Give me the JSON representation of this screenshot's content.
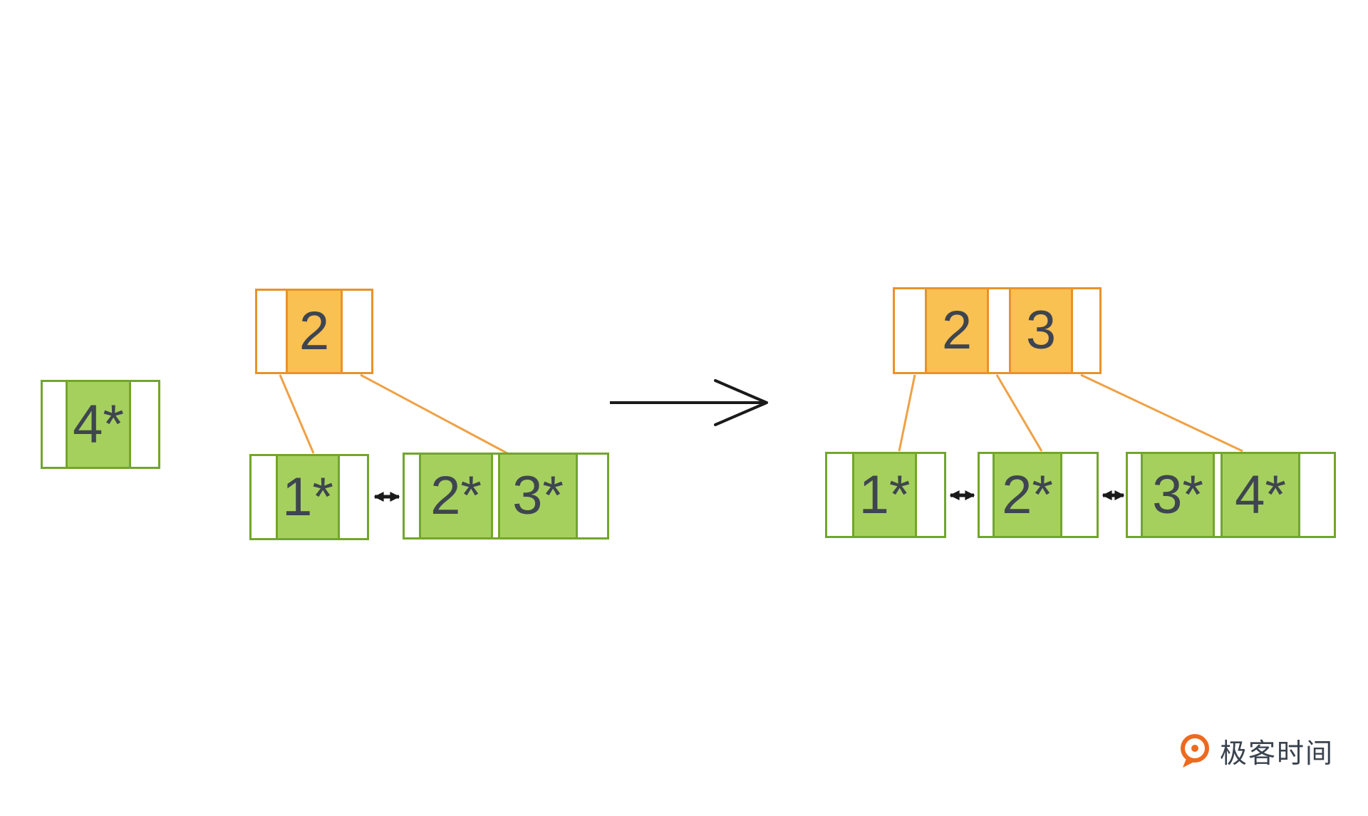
{
  "page": {
    "background": "#FFFFFF",
    "description": "B+ tree leaf split illustration: inserting record 4* causes node (2*,3*) page split, root gains key 3"
  },
  "colors": {
    "green_border": "#72A62B",
    "green_fill": "#A6D05E",
    "orange_border": "#E8922A",
    "orange_fill": "#F9C152",
    "connector_line": "#EFA145",
    "arrow_black": "#1A1A1A",
    "key_text": "#3E4550",
    "logo_orange": "#ED6A1F",
    "logo_text": "#39424E"
  },
  "standalone_record": {
    "label": "4*"
  },
  "before_tree": {
    "root": {
      "keys": [
        "2"
      ]
    },
    "leaf_left": {
      "keys": [
        "1*"
      ]
    },
    "leaf_right": {
      "keys": [
        "2*",
        "3*"
      ]
    }
  },
  "after_tree": {
    "root": {
      "keys": [
        "2",
        "3"
      ]
    },
    "leaf_1": {
      "keys": [
        "1*"
      ]
    },
    "leaf_2": {
      "keys": [
        "2*"
      ]
    },
    "leaf_3": {
      "keys": [
        "3*",
        "4*"
      ]
    }
  },
  "icons": {
    "transform_arrow": "right-arrow",
    "leaf_sibling_link": "double-headed-arrow",
    "logo_icon": "geektime-circle-mark"
  },
  "logo": {
    "text": "极客时间"
  }
}
